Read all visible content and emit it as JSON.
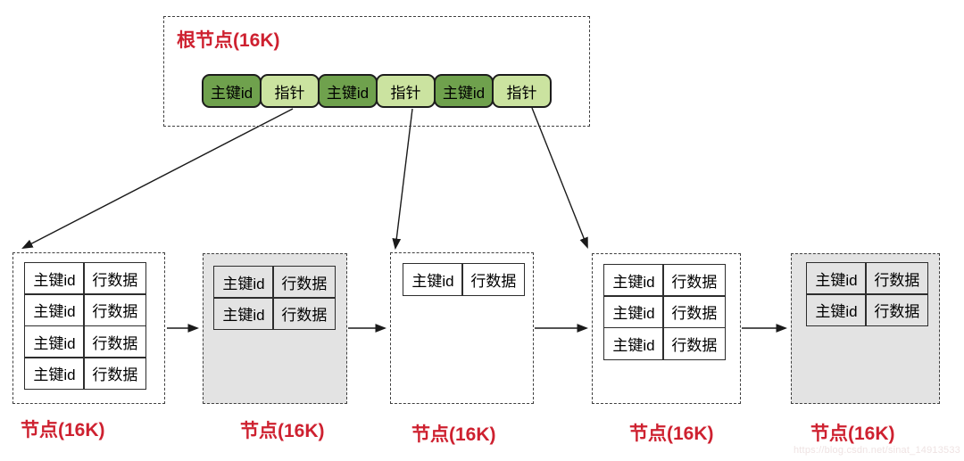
{
  "root_node": {
    "label": "根节点(16K)",
    "cells": [
      {
        "text": "主键id",
        "kind": "key"
      },
      {
        "text": "指针",
        "kind": "pointer"
      },
      {
        "text": "主键id",
        "kind": "key"
      },
      {
        "text": "指针",
        "kind": "pointer"
      },
      {
        "text": "主键id",
        "kind": "key"
      },
      {
        "text": "指针",
        "kind": "pointer"
      }
    ]
  },
  "leaf_nodes": [
    {
      "label": "节点(16K)",
      "shaded": false,
      "rows": [
        [
          "主键id",
          "行数据"
        ],
        [
          "主键id",
          "行数据"
        ],
        [
          "主键id",
          "行数据"
        ],
        [
          "主键id",
          "行数据"
        ]
      ]
    },
    {
      "label": "节点(16K)",
      "shaded": true,
      "rows": [
        [
          "主键id",
          "行数据"
        ],
        [
          "主键id",
          "行数据"
        ]
      ]
    },
    {
      "label": "节点(16K)",
      "shaded": false,
      "rows": [
        [
          "主键id",
          "行数据"
        ]
      ]
    },
    {
      "label": "节点(16K)",
      "shaded": false,
      "rows": [
        [
          "主键id",
          "行数据"
        ],
        [
          "主键id",
          "行数据"
        ],
        [
          "主键id",
          "行数据"
        ]
      ]
    },
    {
      "label": "节点(16K)",
      "shaded": true,
      "rows": [
        [
          "主键id",
          "行数据"
        ],
        [
          "主键id",
          "行数据"
        ]
      ]
    }
  ],
  "watermark": "https://blog.csdn.net/sinat_14913533",
  "colors": {
    "key_cell": "#6fa14d",
    "pointer_cell": "#cbe3a0",
    "node_label": "#ce2130",
    "shaded_node_bg": "#e3e3e3",
    "arrow": "#1a1a1a",
    "watermark": "#efe3e3"
  }
}
